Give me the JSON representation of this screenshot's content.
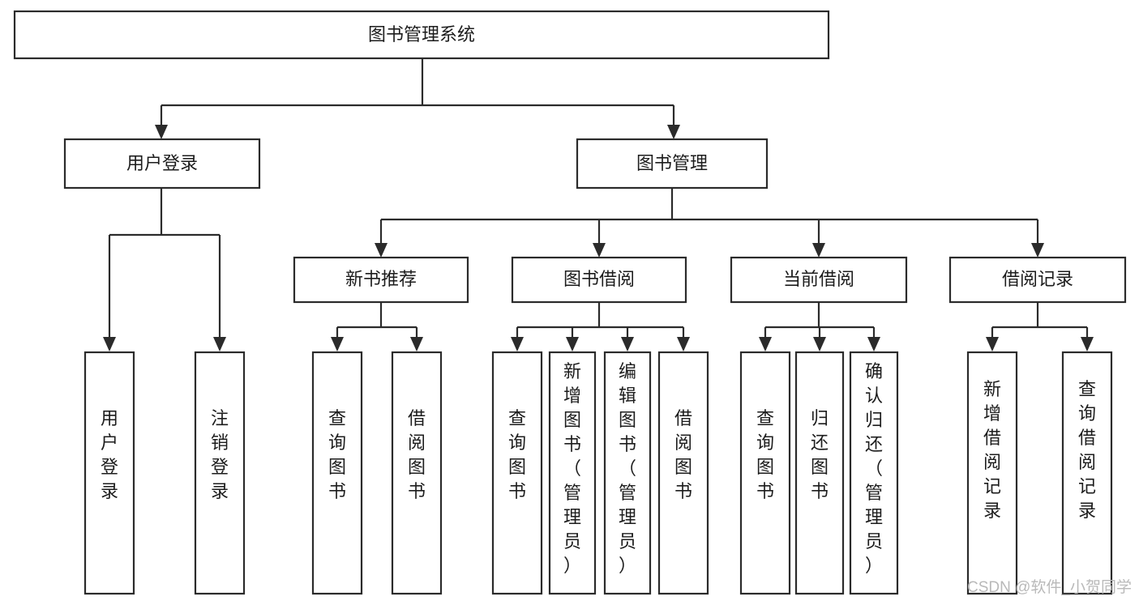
{
  "diagram": {
    "title": "图书管理系统",
    "type": "tree-hierarchy",
    "root": {
      "id": "root",
      "label": "图书管理系统"
    },
    "level2": [
      {
        "id": "user-login",
        "label": "用户登录"
      },
      {
        "id": "book-manage",
        "label": "图书管理"
      }
    ],
    "level3": [
      {
        "id": "new-book-rec",
        "label": "新书推荐"
      },
      {
        "id": "book-borrow",
        "label": "图书借阅"
      },
      {
        "id": "current-borrow",
        "label": "当前借阅"
      },
      {
        "id": "borrow-record",
        "label": "借阅记录"
      }
    ],
    "leaves": {
      "user_login": [
        {
          "id": "leaf-user-login",
          "label": "用户登录"
        },
        {
          "id": "leaf-logout",
          "label": "注销登录"
        }
      ],
      "new_book_rec": [
        {
          "id": "leaf-query-book-1",
          "label": "查询图书"
        },
        {
          "id": "leaf-borrow-book-1",
          "label": "借阅图书"
        }
      ],
      "book_borrow": [
        {
          "id": "leaf-query-book-2",
          "label": "查询图书"
        },
        {
          "id": "leaf-add-book",
          "label": "新增图书（管理员）"
        },
        {
          "id": "leaf-edit-book",
          "label": "编辑图书（管理员）"
        },
        {
          "id": "leaf-borrow-book-2",
          "label": "借阅图书"
        }
      ],
      "current_borrow": [
        {
          "id": "leaf-query-book-3",
          "label": "查询图书"
        },
        {
          "id": "leaf-return-book",
          "label": "归还图书"
        },
        {
          "id": "leaf-confirm-return",
          "label": "确认归还（管理员）"
        }
      ],
      "borrow_record": [
        {
          "id": "leaf-add-record",
          "label": "新增借阅记录"
        },
        {
          "id": "leaf-query-record",
          "label": "查询借阅记录"
        }
      ]
    }
  },
  "watermark": {
    "text": "CSDN @软件_小贺同学"
  },
  "colors": {
    "box_stroke": "#2b2b2b",
    "box_fill": "#ffffff",
    "text": "#1c1c1c",
    "watermark": "#b9b9b9",
    "background": "#ffffff"
  }
}
